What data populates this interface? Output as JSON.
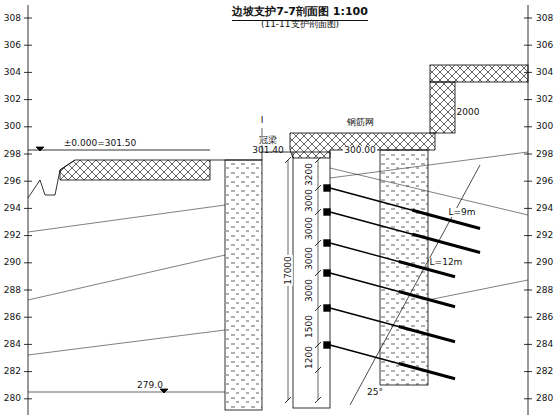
{
  "diagram": {
    "title": "边坡支护7-7剖面图 1:100",
    "labels": [
      "(11-11支护剖面图)",
      "308",
      "306",
      "304",
      "302",
      "300",
      "298",
      "296",
      "294",
      "292",
      "290",
      "288",
      "286",
      "284",
      "282",
      "280",
      "308",
      "306",
      "304",
      "302",
      "300",
      "298",
      "296",
      "294",
      "292",
      "290",
      "288",
      "286",
      "284",
      "282",
      "280",
      "I",
      "冠梁",
      "301.40",
      "±0.000=301.50",
      "钢筋网",
      "300.00",
      "3200",
      "3000",
      "3000",
      "3000",
      "3000",
      "1500",
      "1200",
      "17000",
      "L=9m",
      "L=12m",
      "279.0",
      "25°",
      "2000"
    ]
  }
}
